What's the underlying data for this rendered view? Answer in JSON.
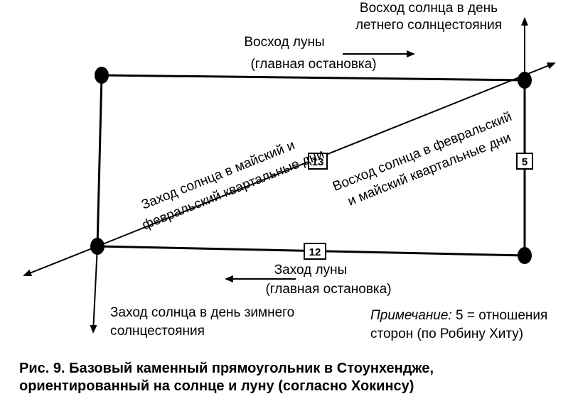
{
  "labels": {
    "summer_sunrise": [
      "Восход солнца в день",
      "летнего солнцестояния"
    ],
    "moonrise": [
      "Восход луны",
      "(главная  остановка)"
    ],
    "sunset_may_feb": [
      "Заход солнца в майский и",
      "февральский квартальные дни"
    ],
    "sunrise_feb_may": [
      "Восход солнца в февральский",
      "и майский квартальные дни"
    ],
    "moonset": [
      "Заход луны",
      "(главная  остановка)"
    ],
    "winter_sunset": [
      "Заход солнца в день зимнего",
      "солнцестояния"
    ]
  },
  "side_numbers": {
    "diagonal": "13",
    "right_side": "5",
    "bottom_side": "12"
  },
  "note": {
    "prefix": "Примечание:",
    "text_line1": " 5 = отношения",
    "text_line2": "сторон (по Робину Хиту)"
  },
  "caption": {
    "label": "Рис. 9.",
    "line1": " Базовый каменный прямоугольник в Стоунхендже,",
    "line2": "ориентированный на солнце и луну (согласно Хокинсу)"
  }
}
